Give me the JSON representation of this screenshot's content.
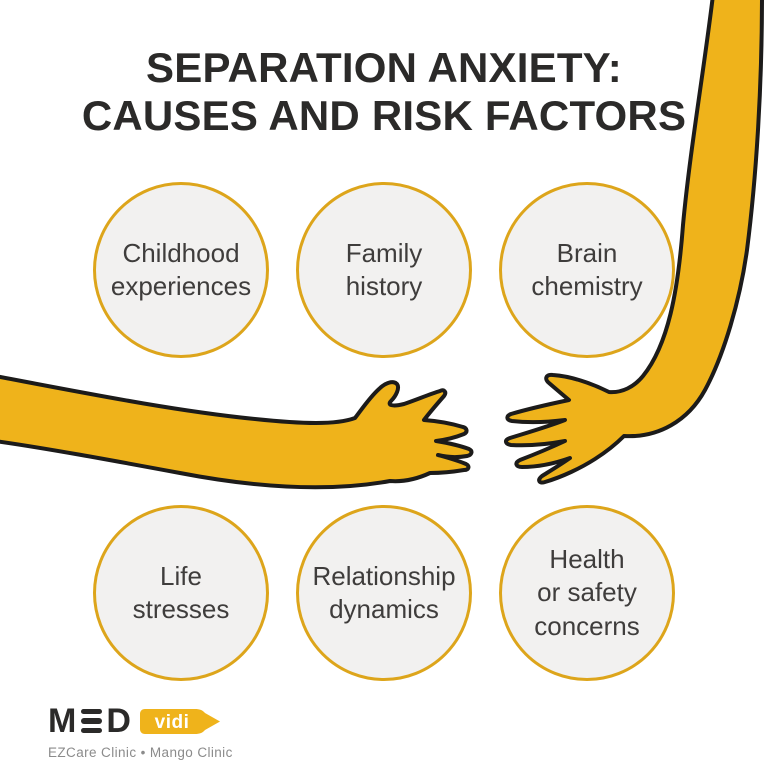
{
  "colors": {
    "background": "#ffffff",
    "accent_yellow": "#efb31b",
    "outline_dark": "#1c1b1a",
    "circle_border_gold": "#dda51b",
    "circle_fill": "#f2f1f0",
    "title_dark": "#2b2a29",
    "text_gray": "#3f3d3c",
    "tagline_gray": "#8b8b8b",
    "logo_white": "#ffffff"
  },
  "title": {
    "line1": "SEPARATION ANXIETY:",
    "line2": "CAUSES AND RISK FACTORS"
  },
  "circles": [
    {
      "id": "childhood-experiences",
      "lines": [
        "Childhood",
        "experiences"
      ]
    },
    {
      "id": "family-history",
      "lines": [
        "Family",
        "history"
      ]
    },
    {
      "id": "brain-chemistry",
      "lines": [
        "Brain",
        "chemistry"
      ]
    },
    {
      "id": "life-stresses",
      "lines": [
        "Life",
        "stresses"
      ]
    },
    {
      "id": "relationship-dynamics",
      "lines": [
        "Relationship",
        "dynamics"
      ]
    },
    {
      "id": "health-safety-concerns",
      "lines": [
        "Health",
        "or safety",
        "concerns"
      ]
    }
  ],
  "illustration": {
    "left_arm_icon": "reaching-arm-left-icon",
    "right_arm_icon": "reaching-arm-right-icon",
    "description": "Two yellow outlined arms with open hands reaching toward each other"
  },
  "logo": {
    "med": "MED",
    "med_m": "M",
    "med_d": "D",
    "vidi": "vidi",
    "tagline": "EZCare Clinic • Mango Clinic"
  }
}
